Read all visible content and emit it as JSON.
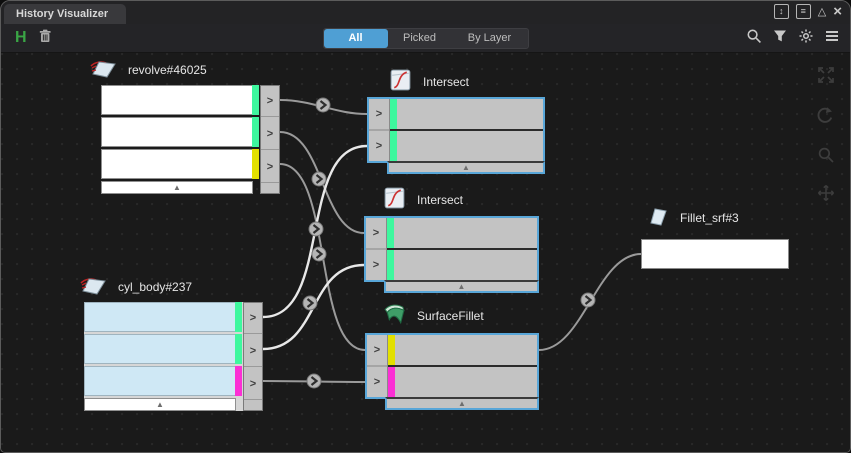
{
  "window": {
    "title": "History Visualizer",
    "controls": {
      "dock": "↕",
      "menu": "≡",
      "collapse": "△",
      "close": "×"
    }
  },
  "toolbar": {
    "history_button": "H",
    "filter_tabs": [
      {
        "label": "All",
        "active": true
      },
      {
        "label": "Picked",
        "active": false
      },
      {
        "label": "By Layer",
        "active": false
      }
    ]
  },
  "canvas": {
    "nodes": [
      {
        "id": "revolve",
        "label": "revolve#46025",
        "type": "input-surface",
        "out_port_colors": [
          "green",
          "green",
          "yellow"
        ]
      },
      {
        "id": "intersect1",
        "label": "Intersect",
        "type": "operation",
        "in_port_colors": [
          "green",
          "green"
        ]
      },
      {
        "id": "intersect2",
        "label": "Intersect",
        "type": "operation",
        "in_port_colors": [
          "green",
          "green"
        ]
      },
      {
        "id": "cyl_body",
        "label": "cyl_body#237",
        "type": "input-surface",
        "out_port_colors": [
          "green",
          "green",
          "magenta"
        ]
      },
      {
        "id": "surfacefillet",
        "label": "SurfaceFillet",
        "type": "operation",
        "in_port_colors": [
          "yellow",
          "magenta"
        ]
      },
      {
        "id": "fillet_srf",
        "label": "Fillet_srf#3",
        "type": "output-surface"
      }
    ],
    "connections": [
      {
        "from": "revolve.out1",
        "to": "intersect1.in1"
      },
      {
        "from": "revolve.out2",
        "to": "intersect2.in1"
      },
      {
        "from": "revolve.out3",
        "to": "surfacefillet.in1"
      },
      {
        "from": "cyl_body.out1",
        "to": "intersect1.in2"
      },
      {
        "from": "cyl_body.out2",
        "to": "intersect2.in2"
      },
      {
        "from": "cyl_body.out3",
        "to": "surfacefillet.in2"
      },
      {
        "from": "surfacefillet.out",
        "to": "fillet_srf.in"
      }
    ]
  },
  "ui": {
    "port_chevron": ">",
    "collapse_triangle": "▲"
  },
  "icons": {
    "toolbar_left": [
      "history-H",
      "trash"
    ],
    "toolbar_right": [
      "search",
      "filter-funnel",
      "gear",
      "menu"
    ],
    "canvas_tools": [
      "zoom-extents",
      "reset-view",
      "zoom",
      "pan"
    ]
  },
  "colors": {
    "accent_blue": "#4f9fd4",
    "node_border_blue": "#58a6d8",
    "port_green": "#3ef79e",
    "port_yellow": "#e3e000",
    "port_magenta": "#fb2fd4",
    "history_green": "#3aa545",
    "cyl_row_blue": "#cfe8f5",
    "canvas_bg": "#1a1a1a"
  }
}
